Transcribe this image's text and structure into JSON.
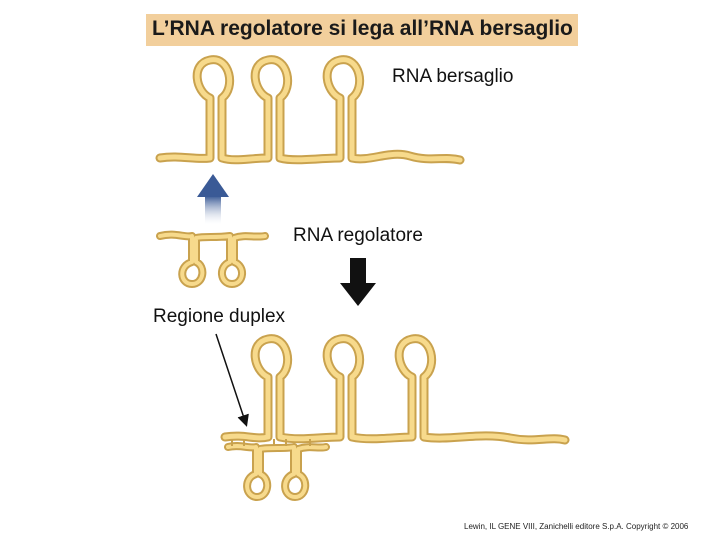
{
  "title": "L’RNA regolatore si lega all’RNA bersaglio",
  "labels": {
    "target_rna": "RNA bersaglio",
    "regulator_rna": "RNA regolatore",
    "duplex_region": "Regione duplex"
  },
  "footer": "Lewin, IL GENE VIII, Zanichelli editore S.p.A. Copyright © 2006",
  "colors": {
    "title_bg": "#f2cf9c",
    "rna_fill": "#f7da8c",
    "rna_outline": "#c9a24e",
    "arrow_up_top": "#3a5a96",
    "arrow_down": "#111111"
  },
  "icons": [
    "up-arrow-icon",
    "down-arrow-icon",
    "pointer-arrow-icon"
  ]
}
